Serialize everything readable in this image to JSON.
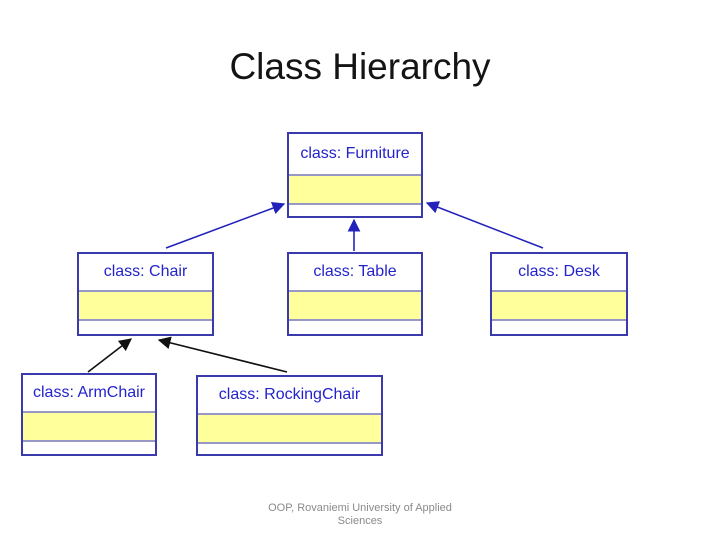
{
  "slide": {
    "title": "Class Hierarchy",
    "footer": "OOP, Rovaniemi University of Applied Sciences"
  },
  "diagram": {
    "boxes": [
      {
        "name": "Furniture",
        "label": "class: Furniture"
      },
      {
        "name": "Chair",
        "label": "class: Chair"
      },
      {
        "name": "Table",
        "label": "class: Table"
      },
      {
        "name": "Desk",
        "label": "class: Desk"
      },
      {
        "name": "ArmChair",
        "label": "class: ArmChair"
      },
      {
        "name": "RockingChair",
        "label": "class: RockingChair"
      }
    ],
    "relations": [
      {
        "from": "Chair",
        "to": "Furniture",
        "arrow_color": "#2323bb"
      },
      {
        "from": "Table",
        "to": "Furniture",
        "arrow_color": "#2323bb"
      },
      {
        "from": "Desk",
        "to": "Furniture",
        "arrow_color": "#2323bb"
      },
      {
        "from": "ArmChair",
        "to": "Chair",
        "arrow_color": "#111111"
      },
      {
        "from": "RockingChair",
        "to": "Chair",
        "arrow_color": "#111111"
      }
    ],
    "colors": {
      "box_border": "#3a3aad",
      "class_name_text": "#2323cc",
      "attributes_fill": "#ffff9c",
      "attributes_border": "#9898c6",
      "arrow_blue": "#2323bb",
      "arrow_black": "#111111",
      "title_text": "#141414",
      "footer_text": "#8a8a8a"
    }
  }
}
